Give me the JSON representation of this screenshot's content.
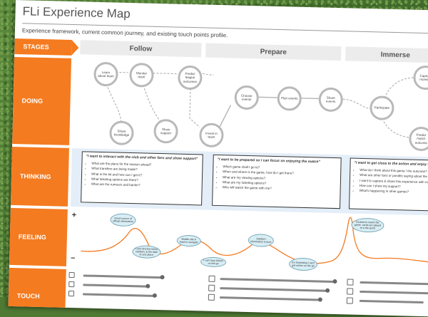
{
  "header": {
    "title": "FLi Experience Map",
    "subtitle": "Experience framework, current common journey, and existing touch points profile."
  },
  "lanes": {
    "stages": "STAGES",
    "doing": "DOING",
    "thinking": "THINKING",
    "feeling": "FEELING",
    "touch": "TOUCH"
  },
  "stages": [
    "Follow",
    "Prepare",
    "Immerse"
  ],
  "doing_nodes": [
    "Learn about team",
    "Monitor team",
    "Predict league outcomes",
    "Share knowledge",
    "Show support",
    "Invest in team",
    "Choose events",
    "Plan events",
    "Share events",
    "Participate",
    "Capture moment",
    "Predict match outcome"
  ],
  "thinking": [
    {
      "quote": "\"I want to interact with the club and other fans and show support\"",
      "items": [
        "What are the plans for the season ahead?",
        "What transfers are being made?",
        "What is the kit and how can I get it?",
        "What ticketing options are there?",
        "What are the rumours and banter?"
      ]
    },
    {
      "quote": "\"I want to be prepared so I can focus on enjoying the match\"",
      "items": [
        "Which game shall I go to?",
        "When and where is the game, how do I get there?",
        "What are my viewing options?",
        "What are my ticketing options?",
        "Who will watch the game with me?"
      ]
    },
    {
      "quote": "\"I want to get close to the action and enjoy the game\"",
      "items": [
        "What do I think about this game / the outcome?",
        "What are other fans or pundits saying about the game?",
        "I want to capture & share this experience with my friends",
        "How can I show my support?",
        "What's happening in other games?"
      ]
    }
  ],
  "feeling": {
    "plus": "+",
    "minus": "–",
    "bubbles": [
      "Good source of official information",
      "I can't find the times, stadium, & the date in one place",
      "Mobile site is hard to navigate",
      "I can't buy tickets on the go",
      "Stadium information is poor",
      "It's frustrating I can't get online on the go",
      "Excited to watch the game, cards are played to a the good"
    ]
  },
  "colors": {
    "accent": "#f47b20",
    "curve": "#f47b20",
    "node_border": "#b9b9b9"
  }
}
